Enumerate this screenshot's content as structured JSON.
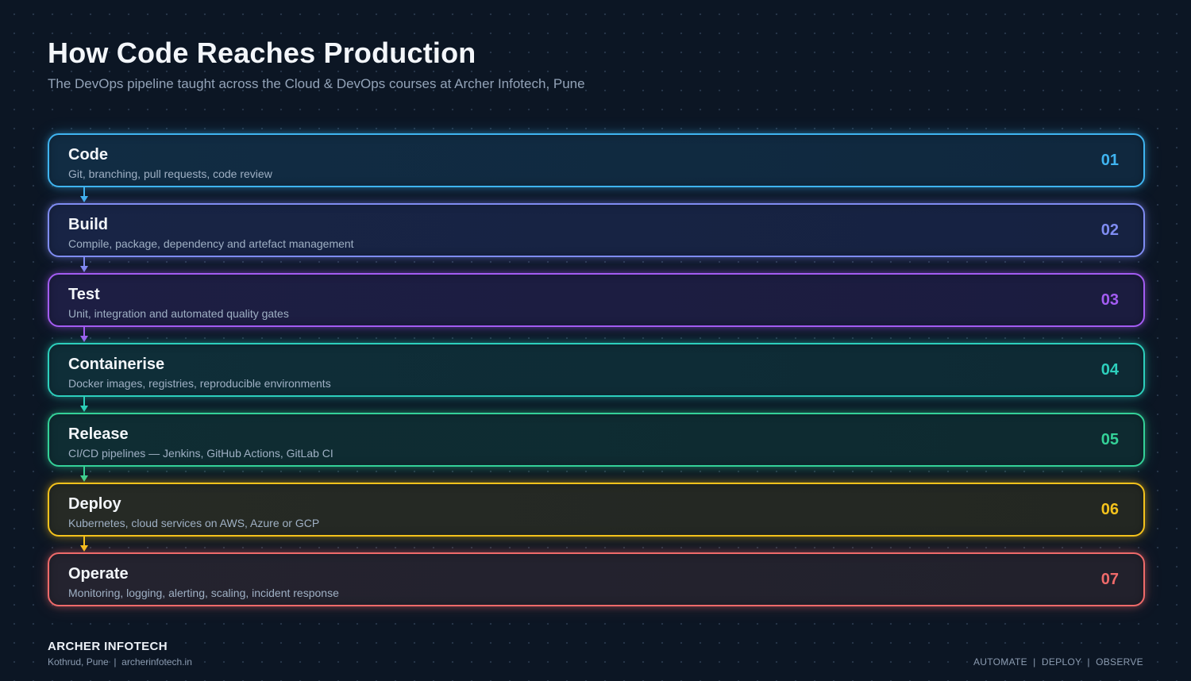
{
  "header": {
    "title": "How Code Reaches Production",
    "subtitle": "The DevOps pipeline taught across the Cloud & DevOps courses at Archer Infotech, Pune"
  },
  "stages": [
    {
      "number": "01",
      "title": "Code",
      "description": "Git, branching, pull requests, code review",
      "color": "#3fb4f0"
    },
    {
      "number": "02",
      "title": "Build",
      "description": "Compile, package, dependency and artefact management",
      "color": "#7f8cf2"
    },
    {
      "number": "03",
      "title": "Test",
      "description": "Unit, integration and automated quality gates",
      "color": "#a35cf2"
    },
    {
      "number": "04",
      "title": "Containerise",
      "description": "Docker images, registries, reproducible environments",
      "color": "#2dcfbc"
    },
    {
      "number": "05",
      "title": "Release",
      "description": "CI/CD pipelines — Jenkins, GitHub Actions, GitLab CI",
      "color": "#34d198"
    },
    {
      "number": "06",
      "title": "Deploy",
      "description": "Kubernetes, cloud services on AWS, Azure or GCP",
      "color": "#f4c21c"
    },
    {
      "number": "07",
      "title": "Operate",
      "description": "Monitoring, logging, alerting, scaling, incident response",
      "color": "#ef6a6a"
    }
  ],
  "footer": {
    "brand": "ARCHER INFOTECH",
    "brand_sub": "Kothrud, Pune  |  archerinfotech.in",
    "tagline": "AUTOMATE  |  DEPLOY  |  OBSERVE"
  }
}
